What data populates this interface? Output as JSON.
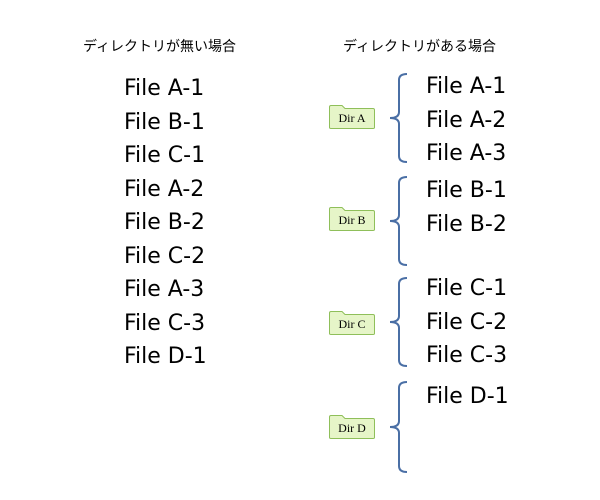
{
  "left_heading": "ディレクトリが無い場合",
  "right_heading": "ディレクトリがある場合",
  "flat_files": [
    "File A-1",
    "File B-1",
    "File C-1",
    "File A-2",
    "File B-2",
    "File C-2",
    "File A-3",
    "File C-3",
    "File D-1"
  ],
  "groups": [
    {
      "dir": "Dir A",
      "files": [
        "File A-1",
        "File A-2",
        "File A-3"
      ]
    },
    {
      "dir": "Dir B",
      "files": [
        "File B-1",
        "File B-2"
      ]
    },
    {
      "dir": "Dir C",
      "files": [
        "File C-1",
        "File C-2",
        "File C-3"
      ]
    },
    {
      "dir": "Dir D",
      "files": [
        "File D-1"
      ]
    }
  ],
  "colors": {
    "brace": "#4a6fa5",
    "folder_fill": "#e6f5c8",
    "folder_stroke": "#8fbf5a"
  }
}
